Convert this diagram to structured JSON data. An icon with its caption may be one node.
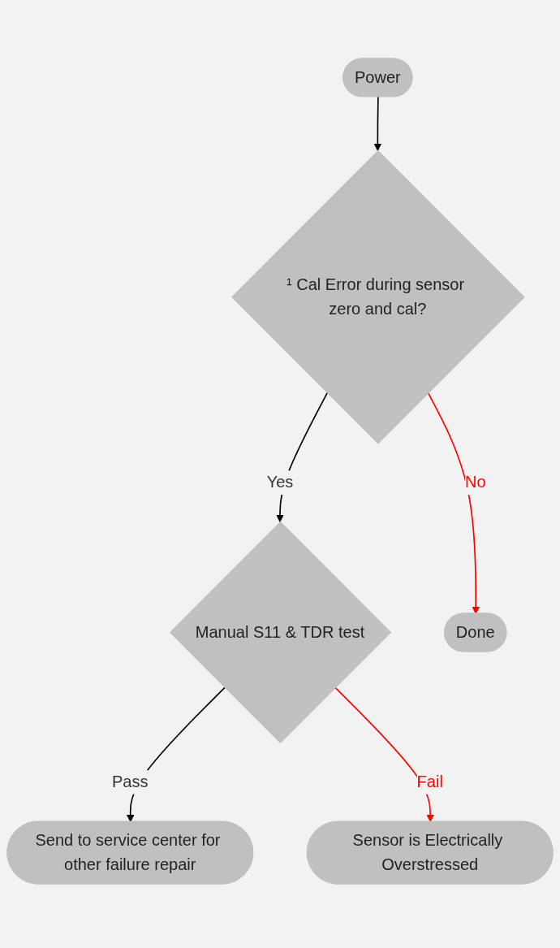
{
  "diagram": {
    "nodes": [
      {
        "text": [
          "Power"
        ]
      },
      {
        "text": [
          "¹ Cal Error during sensor zero and cal?"
        ]
      },
      {
        "text": [
          "Manual S11 & TDR test"
        ]
      },
      {
        "text": [
          "Send to service center for other failure repair"
        ]
      },
      {
        "text": [
          "Sensor is Electrically Overstressed"
        ]
      },
      {
        "text": [
          "Done"
        ]
      }
    ],
    "edges": [
      {
        "from": 0,
        "to": 1,
        "arrow": "to"
      },
      {
        "from": 1,
        "to": 2,
        "arrow": "to",
        "label": "Yes"
      },
      {
        "from": 2,
        "to": 3,
        "arrow": "to",
        "label": "Pass"
      },
      {
        "from": 2,
        "to": 4,
        "arrow": "to",
        "label": "Fail",
        "color": "#ff0000"
      },
      {
        "from": 1,
        "to": 5,
        "arrow": "to",
        "label": "No",
        "color": "#ff0000"
      }
    ]
  }
}
